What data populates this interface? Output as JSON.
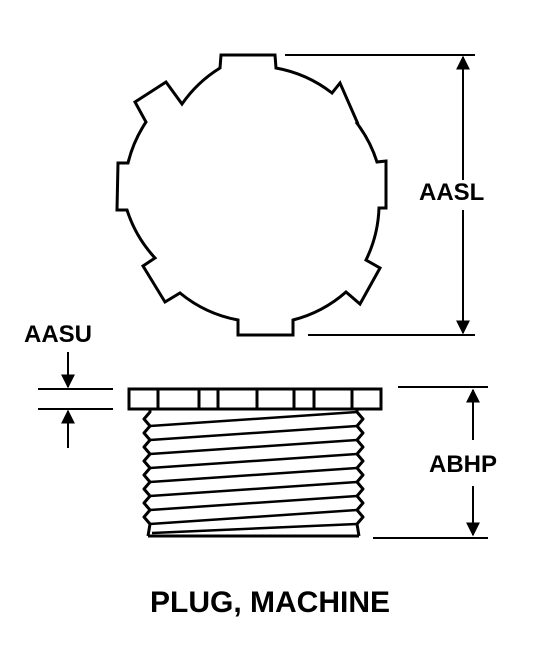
{
  "labels": {
    "aasl": "AASL",
    "aasu": "AASU",
    "abhp": "ABHP"
  },
  "caption": "PLUG, MACHINE",
  "colors": {
    "ink": "#000000",
    "paper": "#ffffff"
  }
}
